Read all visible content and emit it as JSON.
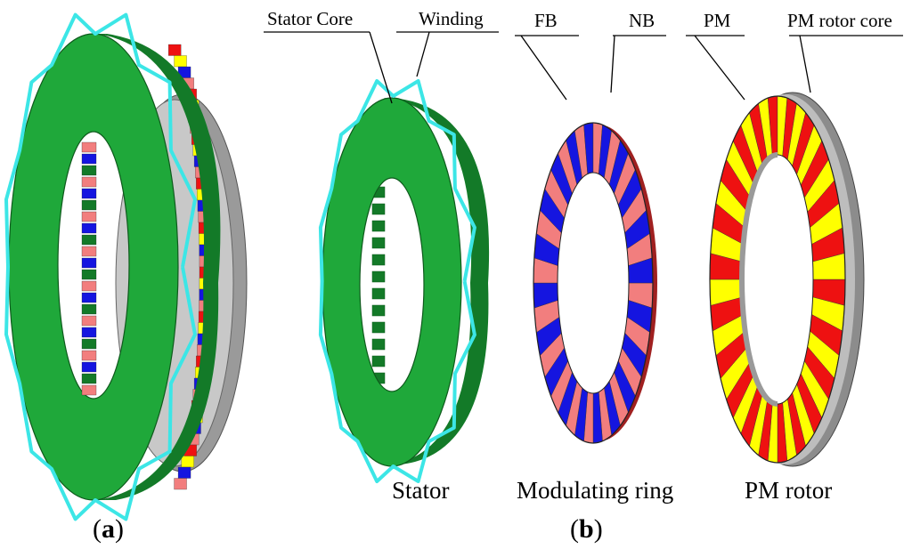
{
  "labels": {
    "stator_core": "Stator Core",
    "winding": "Winding",
    "fb": "FB",
    "nb": "NB",
    "pm": "PM",
    "pm_rotor_core": "PM rotor core"
  },
  "captions": {
    "stator": "Stator",
    "modulating_ring": "Modulating ring",
    "pm_rotor": "PM rotor",
    "a_open": "(",
    "a_letter": "a",
    "a_close": ")",
    "b_open": "(",
    "b_letter": "b",
    "b_close": ")"
  },
  "colors": {
    "core_green": "#1fa83a",
    "core_green_dark": "#137a28",
    "winding_cyan": "#3ce6e6",
    "fb_salmon": "#f27e7e",
    "nb_blue": "#1515e0",
    "pm_red": "#ee1111",
    "pm_yellow": "#ffff00",
    "rotor_gray": "#b0b0b0"
  }
}
